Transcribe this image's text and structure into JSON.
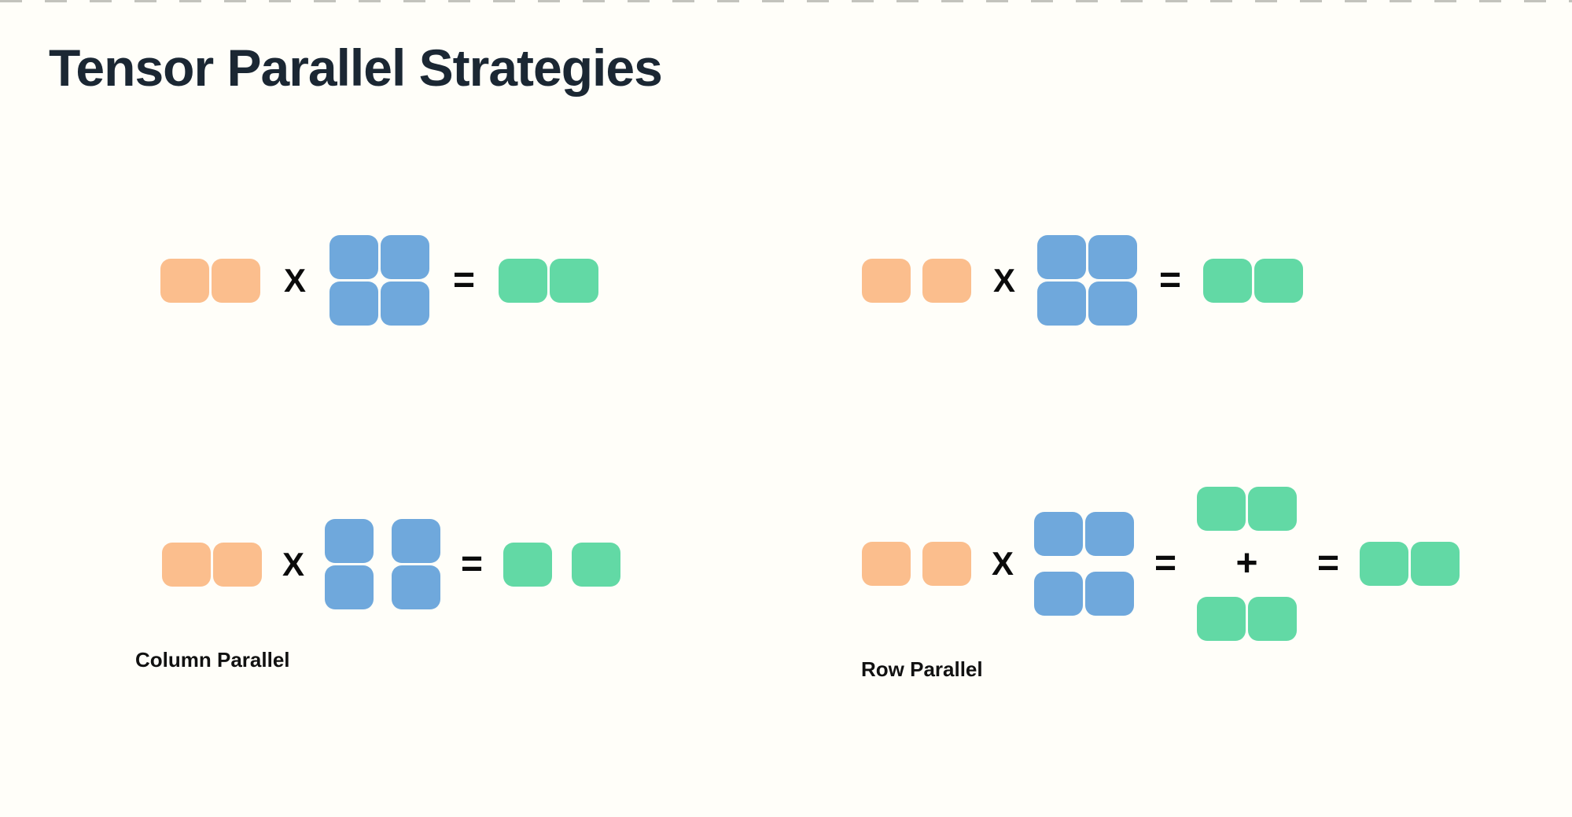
{
  "page": {
    "title": "Tensor Parallel Strategies"
  },
  "colors": {
    "background": "#fffef9",
    "title": "#1b2733",
    "activation": "#fbbe8d",
    "weight": "#6fa8dc",
    "output": "#62d9a5",
    "operator": "#0b0b0b",
    "label": "#111111",
    "edge_dash": "#c3c3bd"
  },
  "operators": {
    "multiply": "X",
    "equals": "=",
    "plus": "+"
  },
  "diagrams": [
    {
      "position": "top-left",
      "label": "",
      "input_blocks": 2,
      "input_split": false,
      "weight_grid": "2x2",
      "weight_split": "none",
      "output_blocks": 2,
      "output_split": false
    },
    {
      "position": "top-right",
      "label": "",
      "input_blocks": 2,
      "input_split": true,
      "weight_grid": "2x2",
      "weight_split": "none",
      "output_blocks": 2,
      "output_split": false
    },
    {
      "position": "bottom-left",
      "label": "Column Parallel",
      "input_blocks": 2,
      "input_split": false,
      "weight_grid": "2x2",
      "weight_split": "columns",
      "output_blocks": 2,
      "output_split": true
    },
    {
      "position": "bottom-right",
      "label": "Row Parallel",
      "input_blocks": 2,
      "input_split": true,
      "weight_grid": "2x2",
      "weight_split": "rows",
      "partial_output_rows": 2,
      "output_blocks": 2,
      "output_split": false
    }
  ]
}
